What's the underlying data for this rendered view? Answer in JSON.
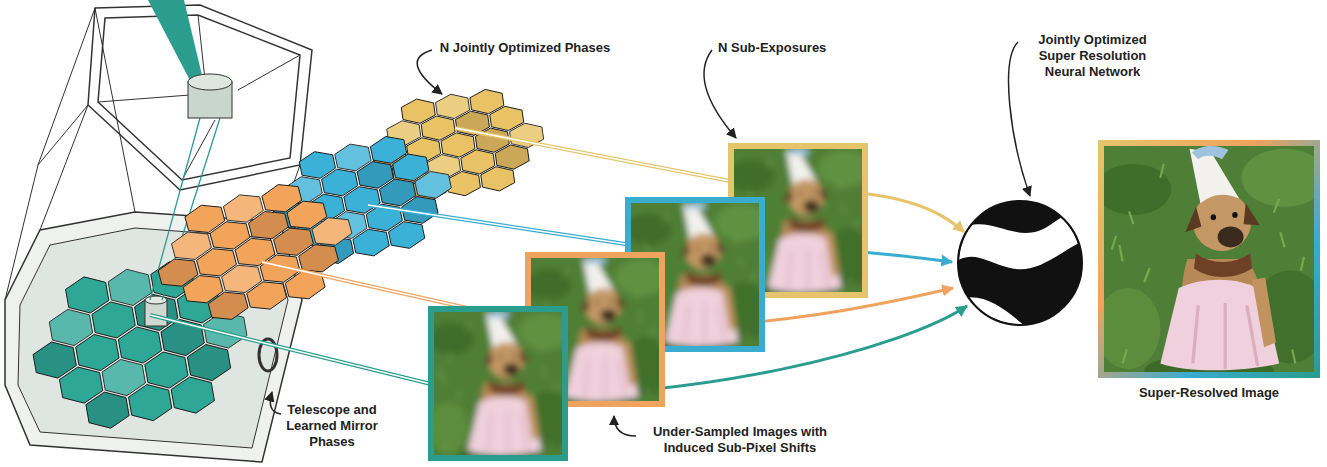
{
  "diagram": {
    "labels": [
      "N Jointly Optimized Phases",
      "N Sub-Exposures",
      "Jointly Optimized Super Resolution Neural Network",
      "Telescope and Learned Mirror Phases",
      "Under-Sampled Images with Induced Sub-Pixel Shifts",
      "Super-Resolved Image"
    ]
  }
}
